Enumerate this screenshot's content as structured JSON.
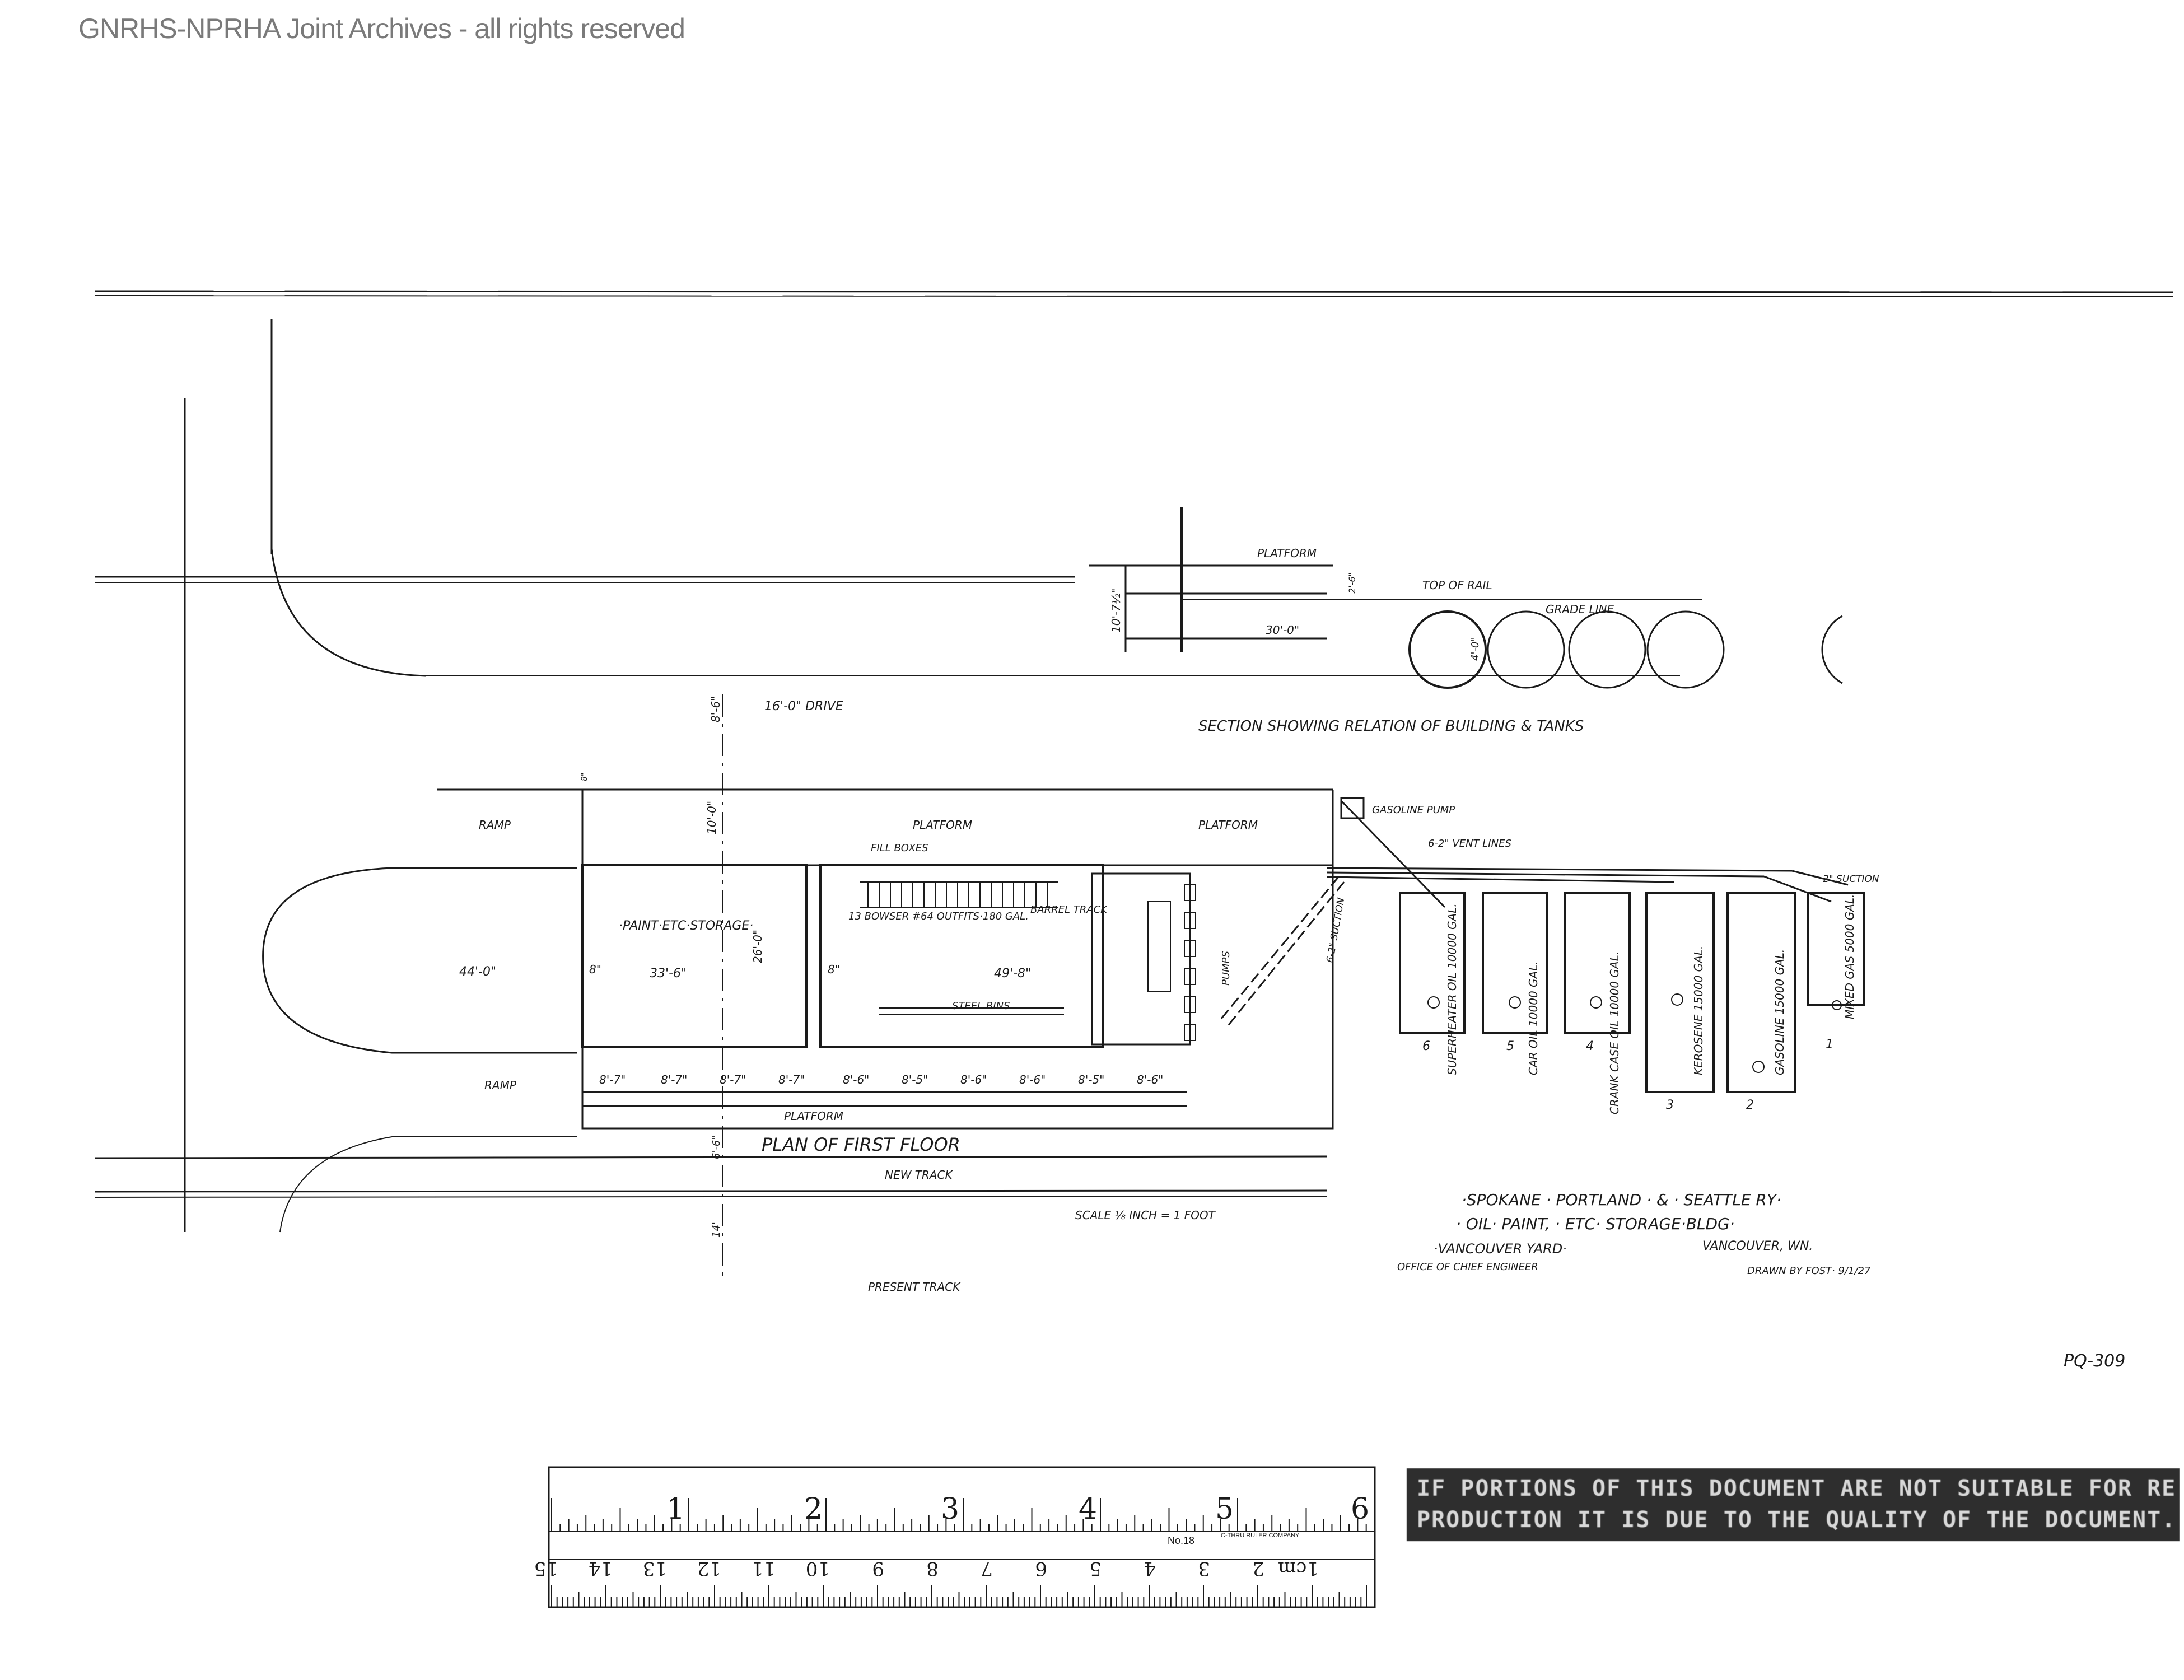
{
  "header": {
    "archive_notice": "GNRHS-NPRHA Joint Archives - all rights reserved"
  },
  "section": {
    "title": "SECTION SHOWING RELATION OF BUILDING & TANKS",
    "platform": "PLATFORM",
    "top_of_rail": "TOP OF RAIL",
    "grade_line": "GRADE LINE",
    "dim_height": "10'-7½\"",
    "dim_width": "30'-0\"",
    "dim_cover": "4'-0\"",
    "dim_small": "2'-6\""
  },
  "plan": {
    "title": "PLAN OF FIRST FLOOR",
    "drive": "16'-0\" DRIVE",
    "ramp_top": "RAMP",
    "ramp_bottom": "RAMP",
    "platform_top_left": "PLATFORM",
    "platform_top_right": "PLATFORM",
    "platform_bottom": "PLATFORM",
    "paint_storage": "·PAINT·ETC·STORAGE·",
    "fill_boxes": "FILL BOXES",
    "bowser_outfits": "13 BOWSER #64 OUTFITS·180 GAL.",
    "barrel_track": "BARREL TRACK",
    "steel_bins": "STEEL BINS",
    "pumps": "PUMPS",
    "gasoline_pump": "GASOLINE PUMP",
    "vent_lines": "6-2\" VENT LINES",
    "suction_label": "2\" SUCTION",
    "suction_diag": "6-2\" SUCTION",
    "new_track": "NEW TRACK",
    "present_track": "PRESENT TRACK",
    "scale": "SCALE ⅛ INCH = 1 FOOT",
    "dims": {
      "overall_width": "44'-0\"",
      "paint_length": "33'-6\"",
      "room_length": "49'-8\"",
      "room_depth": "26'-0\"",
      "platform_depth": "10'-0\"",
      "drive_depth": "8'-6\"",
      "track_depth": "6'-6\"",
      "track_below": "14'",
      "wall": "8\"",
      "wall_b": "8\"",
      "wall_c": "8\""
    },
    "bay_dims": [
      "8'-7\"",
      "8'-7\"",
      "8'-7\"",
      "8'-7\"",
      "8'-6\"",
      "8'-5\"",
      "8'-6\"",
      "8'-6\"",
      "8'-5\"",
      "8'-6\""
    ]
  },
  "tanks": [
    {
      "number": "6",
      "label": "SUPERHEATER OIL 10000 GAL."
    },
    {
      "number": "5",
      "label": "CAR OIL 10000 GAL."
    },
    {
      "number": "4",
      "label": "CRANK CASE OIL 10000 GAL."
    },
    {
      "number": "3",
      "label": "KEROSENE 15000 GAL."
    },
    {
      "number": "2",
      "label": "GASOLINE 15000 GAL."
    },
    {
      "number": "1",
      "label": "MIXED GAS 5000 GAL."
    }
  ],
  "title_block": {
    "line1": "·SPOKANE · PORTLAND · & · SEATTLE RY·",
    "line2": "· OIL· PAINT, · ETC· STORAGE·BLDG·",
    "line3_left": "·VANCOUVER YARD·",
    "line3_right": "VANCOUVER, WN.",
    "line4_left": "OFFICE OF CHIEF ENGINEER",
    "line4_right": "DRAWN BY FOST· 9/1/27"
  },
  "drawing_number": "PQ-309",
  "ruler": {
    "inch_labels": [
      "1",
      "2",
      "3",
      "4",
      "5",
      "6"
    ],
    "cm_labels": [
      "1cm",
      "2",
      "3",
      "4",
      "5",
      "6",
      "7",
      "8",
      "9",
      "10",
      "11",
      "12",
      "13",
      "14",
      "15"
    ],
    "maker": "No.18",
    "company": "C-THRU RULER COMPANY"
  },
  "stamp": {
    "line1": "IF PORTIONS OF THIS DOCUMENT ARE NOT SUITABLE FOR RE-",
    "line2": "PRODUCTION IT IS DUE TO THE QUALITY OF THE DOCUMENT."
  }
}
